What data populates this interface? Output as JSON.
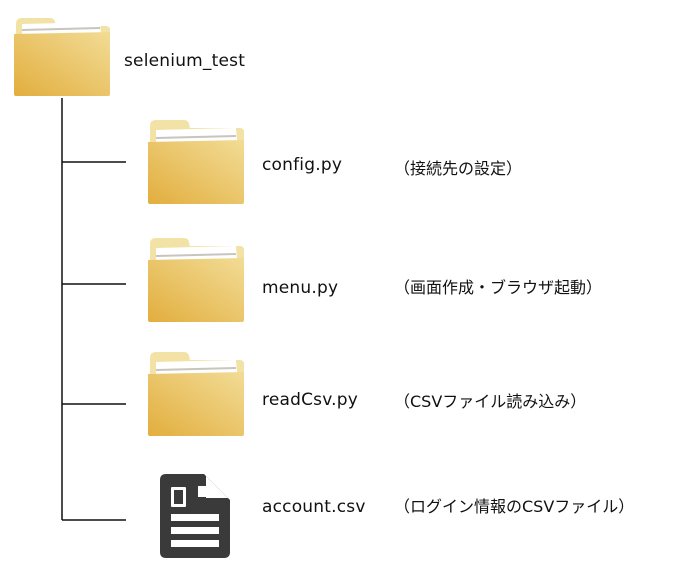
{
  "root": {
    "name": "selenium_test",
    "icon": "folder-icon"
  },
  "files": [
    {
      "name": "config.py",
      "description": "（接続先の設定）",
      "icon": "folder-icon"
    },
    {
      "name": "menu.py",
      "description": "（画面作成・ブラウザ起動）",
      "icon": "folder-icon"
    },
    {
      "name": "readCsv.py",
      "description": "（CSVファイル読み込み）",
      "icon": "folder-icon"
    },
    {
      "name": "account.csv",
      "description": "（ログイン情報のCSVファイル）",
      "icon": "document-icon"
    }
  ],
  "colors": {
    "folder_front_light": "#F2DC96",
    "folder_front_dark": "#E2AE3E",
    "folder_back": "#F2E2A6",
    "paper": "#FFFFFF",
    "paper_shadow": "#C8C4BE",
    "document_icon": "#3A3A3A",
    "line": "#111111"
  }
}
